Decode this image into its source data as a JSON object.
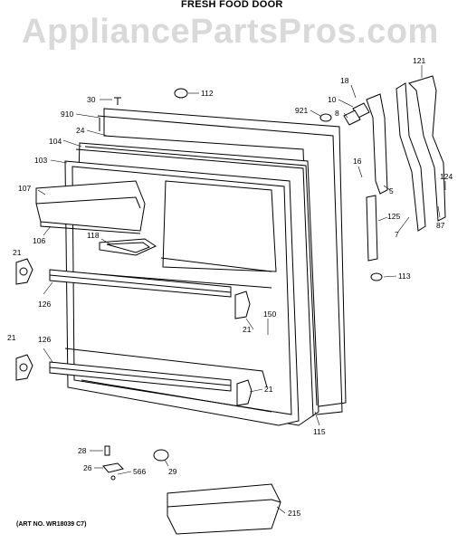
{
  "header": {
    "title": "FRESH FOOD DOOR"
  },
  "watermark": "AppliancePartsPros.com",
  "art_number": "(ART NO. WR18039 C7)",
  "part_labels": {
    "p30": "30",
    "p112": "112",
    "p910": "910",
    "p24": "24",
    "p104": "104",
    "p103": "103",
    "p107": "107",
    "p106": "106",
    "p118": "118",
    "p21a": "21",
    "p21b": "21",
    "p21c": "21",
    "p21d": "21",
    "p126a": "126",
    "p126b": "126",
    "p150": "150",
    "p115": "115",
    "p18": "18",
    "p10": "10",
    "p921": "921",
    "p8": "8",
    "p16": "16",
    "p5": "5",
    "p121": "121",
    "p124": "124",
    "p87": "87",
    "p7": "7",
    "p125": "125",
    "p113": "113",
    "p28": "28",
    "p26": "26",
    "p566": "566",
    "p29": "29",
    "p215": "215"
  }
}
